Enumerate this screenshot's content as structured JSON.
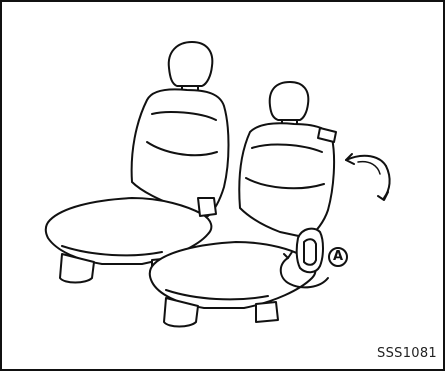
{
  "figure": {
    "callout_label": "A",
    "code": "SSS1081"
  },
  "colors": {
    "line": "#111111",
    "background": "#ffffff",
    "seat_fill": "#ffffff"
  },
  "illustration": {
    "subject": "two-second-row-seats",
    "icons": [
      "seat-left",
      "seat-right",
      "seatback-fold-arrow",
      "recline-lever-arrow"
    ]
  }
}
